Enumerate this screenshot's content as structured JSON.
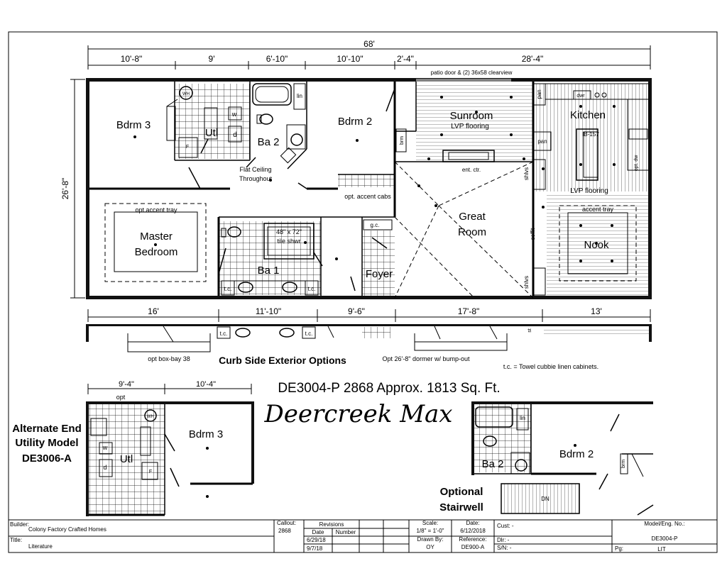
{
  "dimensions": {
    "overall": "68'",
    "top": [
      "10'-8\"",
      "9'",
      "6'-10\"",
      "10'-10\"",
      "2'-4\"",
      "28'-4\""
    ],
    "bottom": [
      "16'",
      "11'-10\"",
      "9'-6\"",
      "17'-8\"",
      "13'"
    ],
    "side": "26'-8\"",
    "alt": [
      "9'-4\"",
      "10'-4\""
    ]
  },
  "notes": {
    "patio_door": "patio door & (2) 36x58 clearview",
    "flat_ceiling": [
      "Flat Ceiling",
      "Throughout"
    ],
    "accent_cabs": "opt. accent cabs",
    "ent_ctr": "ent. ctr.",
    "lvp_sunroom": "LVP flooring",
    "lvp_kitchen": "LVP flooring",
    "accent_tray": "accent tray",
    "opt_accent_tray": "opt.accent tray",
    "shower": [
      "48\" x 72\"",
      "tile shwr"
    ],
    "island": "IB-157",
    "soffit": "soffit",
    "shlvs": "shlvs",
    "pan": "pan",
    "dwr": "dwr",
    "lin": "lin",
    "brm": "brm",
    "gc": "g.c.",
    "tc": "t.c.",
    "opt_dw": "opt. dw",
    "box_bay": "opt box-bay 38",
    "dormer": "Opt 26'-8\" dormer w/ bump-out",
    "tc_note": "t.c. = Towel cubbie linen cabinets.",
    "opt": "opt",
    "st": "st",
    "dn": "DN",
    "w": "w",
    "d": "d",
    "f": "F",
    "wh": "WH"
  },
  "rooms": {
    "bdrm3": "Bdrm 3",
    "utl": "Utl",
    "ba2": "Ba 2",
    "bdrm2": "Bdrm 2",
    "sunroom": "Sunroom",
    "kitchen": "Kitchen",
    "master": [
      "Master",
      "Bedroom"
    ],
    "ba1": "Ba 1",
    "foyer": "Foyer",
    "great_room": [
      "Great",
      "Room"
    ],
    "nook": "Nook"
  },
  "headings": {
    "curb_side": "Curb Side Exterior Options",
    "model": "DE3004-P 2868  Approx. 1813 Sq. Ft.",
    "name": "Deercreek Max",
    "alt_end": [
      "Alternate End",
      "Utility Model",
      "DE3006-A"
    ],
    "stairwell": [
      "Optional",
      "Stairwell"
    ]
  },
  "title_block": {
    "builder_label": "Builder:",
    "builder": "Colony Factory Crafted Homes",
    "title_label": "Title:",
    "title": "Literature",
    "callout_label": "Callout:",
    "callout": "2868",
    "revisions_label": "Revisions",
    "date_label": "Date",
    "number_label": "Number",
    "rev_dates": [
      "6/29/18",
      "9/7/18"
    ],
    "scale_label": "Scale:",
    "scale": "1/8\" = 1'-0\"",
    "drawn_label": "Drawn By:",
    "drawn": "OY",
    "date_h_label": "Date:",
    "date": "6/12/2018",
    "ref_label": "Reference:",
    "ref": "DE900-A",
    "cust": "Cust: -",
    "dlr": "Dlr: -",
    "sn": "S/N: -",
    "model_label": "Model/Eng. No.:",
    "model_no": "DE3004-P",
    "pg_label": "Pg:",
    "pg": "LIT"
  }
}
